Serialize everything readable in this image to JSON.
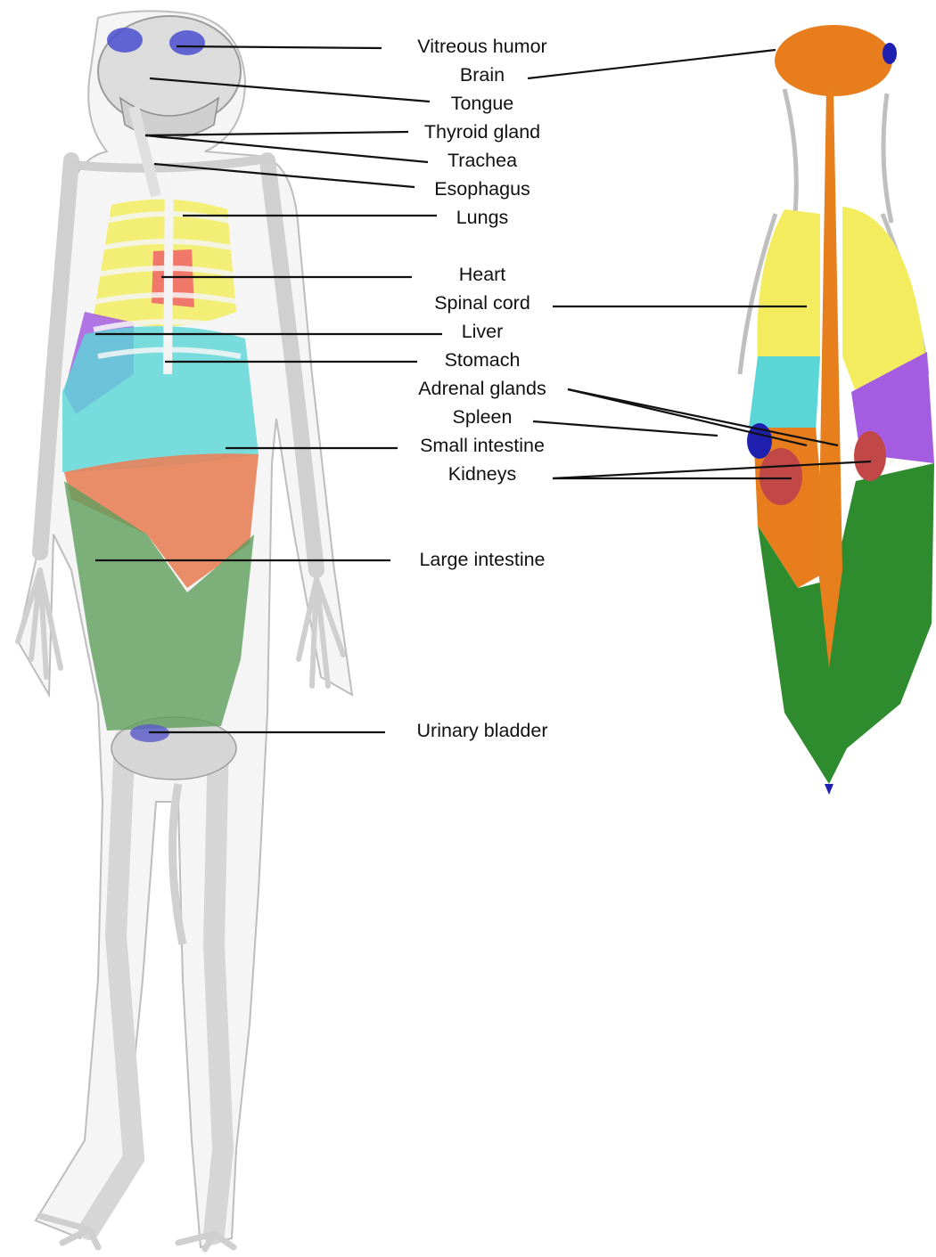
{
  "figure": {
    "labels": {
      "vitreous_humor": "Vitreous humor",
      "brain": "Brain",
      "tongue": "Tongue",
      "thyroid_gland": "Thyroid gland",
      "trachea": "Trachea",
      "esophagus": "Esophagus",
      "lungs": "Lungs",
      "heart": "Heart",
      "spinal_cord": "Spinal cord",
      "liver": "Liver",
      "stomach": "Stomach",
      "adrenal_glands": "Adrenal glands",
      "spleen": "Spleen",
      "small_intestine": "Small intestine",
      "kidneys": "Kidneys",
      "large_intestine": "Large intestine",
      "urinary_bladder": "Urinary bladder"
    },
    "organ_colors": {
      "vitreous_humor": "#4a4fd0",
      "brain": "#e87d1e",
      "lungs": "#f2ec5e",
      "heart": "#f06a6a",
      "liver": "#a45de0",
      "stomach": "#5ad6d6",
      "small_intestine": "#e8825a",
      "large_intestine": "#5f9d5c",
      "kidneys": "#c24848",
      "spinal_cord": "#e67f1c",
      "urinary_bladder": "#5a5acc",
      "spleen": "#1f1fb0",
      "bone": "#e6e6e6"
    }
  }
}
